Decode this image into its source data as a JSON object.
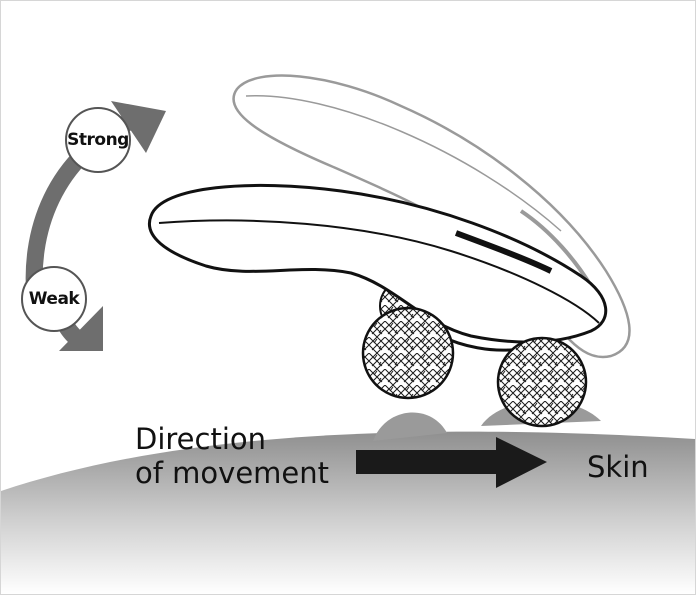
{
  "labels": {
    "strong": "Strong",
    "weak": "Weak",
    "direction_line1": "Direction",
    "direction_line2": "of movement",
    "skin": "Skin"
  },
  "colors": {
    "arrow_gray": "#6e6e6e",
    "direction_arrow": "#1a1a1a",
    "skin_top": "#8f8f8f",
    "skin_bottom": "#ffffff",
    "outline": "#111111",
    "ghost_outline": "#9a9a9a"
  },
  "icons": {
    "intensity_arrow": "curved-double-arrow-icon",
    "direction_arrow": "right-arrow-icon"
  }
}
